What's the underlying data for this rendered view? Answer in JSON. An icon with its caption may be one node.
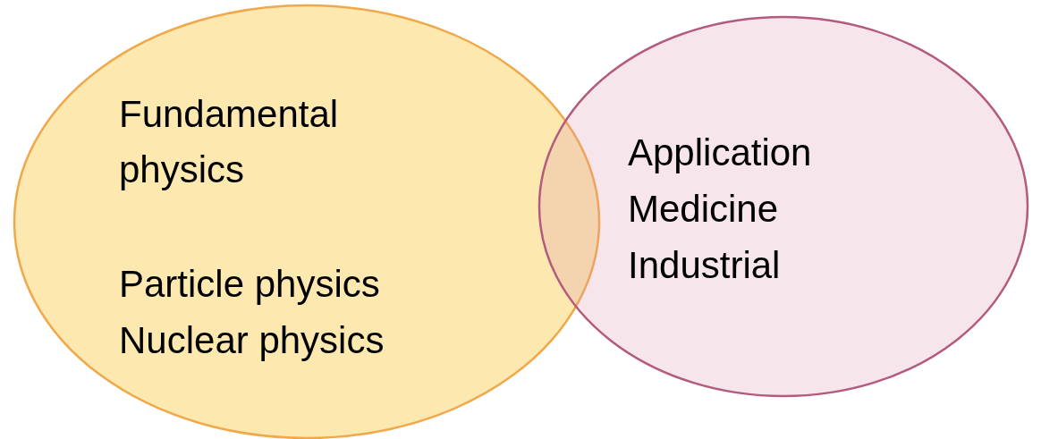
{
  "diagram": {
    "nodes": [
      {
        "text": [
          "Fundamental physics",
          "Particle physics",
          "Nuclear physics"
        ]
      },
      {
        "text": [
          "Application",
          "Medicine",
          "Industrial"
        ]
      }
    ]
  }
}
